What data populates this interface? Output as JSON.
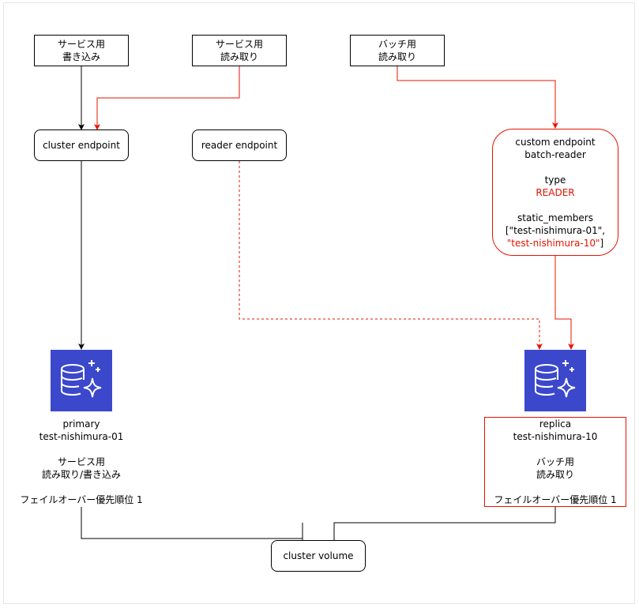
{
  "colors": {
    "black": "#000000",
    "red": "#e51400",
    "db_blue": "#3b48cc",
    "frame": "#e6e6e6"
  },
  "clients": {
    "service_write": {
      "line1": "サービス用",
      "line2": "書き込み"
    },
    "service_read": {
      "line1": "サービス用",
      "line2": "読み取り"
    },
    "batch_read": {
      "line1": "バッチ用",
      "line2": "読み取り"
    }
  },
  "endpoints": {
    "cluster": {
      "label": "cluster endpoint"
    },
    "reader": {
      "label": "reader endpoint"
    },
    "custom": {
      "title1": "custom endpoint",
      "title2": "batch-reader",
      "type_label": "type",
      "type_value": "READER",
      "members_label": "static_members",
      "members_line1": "[\"test-nishimura-01\",",
      "members_line2": "\"test-nishimura-10\"",
      "members_close": "]"
    }
  },
  "instances": {
    "primary": {
      "icon": "aurora-database-icon",
      "role": "primary",
      "name": "test-nishimura-01",
      "usage1": "サービス用",
      "usage2": "読み取り/書き込み",
      "failover": "フェイルオーバー優先順位 1"
    },
    "replica": {
      "icon": "aurora-database-icon",
      "role": "replica",
      "name": "test-nishimura-10",
      "usage1": "バッチ用",
      "usage2": "読み取り",
      "failover": "フェイルオーバー優先順位 1"
    }
  },
  "volume": {
    "label": "cluster volume"
  }
}
